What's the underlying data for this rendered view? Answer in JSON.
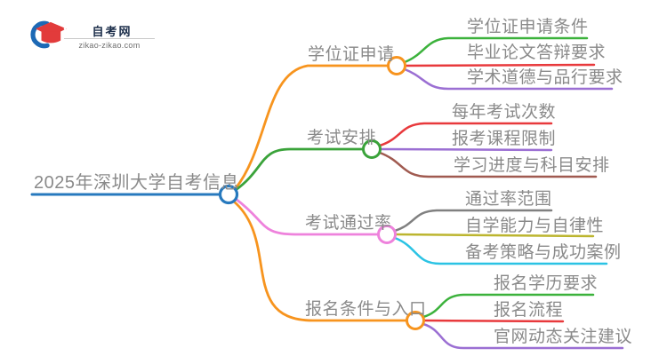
{
  "logo": {
    "site_name": "自考网",
    "site_url": "zikao-zikao.com",
    "icon": "graduation-cap-icon",
    "colors": {
      "cap": "#e23b3b",
      "swoosh": "#1d69b5",
      "title_text": "#1c2e4a",
      "url_text": "#6f6f6f"
    }
  },
  "mindmap": {
    "text_color": "#8a8a8a",
    "root": {
      "label": "2025年深圳大学自考信息",
      "color": "#2779be"
    },
    "branches": [
      {
        "label": "学位证申请",
        "color": "#f7941e",
        "children": [
          {
            "label": "学位证申请条件",
            "color": "#3cb23c"
          },
          {
            "label": "毕业论文答辩要求",
            "color": "#e8393c"
          },
          {
            "label": "学术道德与品行要求",
            "color": "#9b6fd3"
          }
        ]
      },
      {
        "label": "考试安排",
        "color": "#3aa33a",
        "children": [
          {
            "label": "每年考试次数",
            "color": "#e8393c"
          },
          {
            "label": "报考课程限制",
            "color": "#9b6fd3"
          },
          {
            "label": "学习进度与科目安排",
            "color": "#a05a50"
          }
        ]
      },
      {
        "label": "考试通过率",
        "color": "#ee82dc",
        "children": [
          {
            "label": "通过率范围",
            "color": "#808080"
          },
          {
            "label": "自学能力与自律性",
            "color": "#bcb52f"
          },
          {
            "label": "备考策略与成功案例",
            "color": "#2bc3e4"
          }
        ]
      },
      {
        "label": "报名条件与入口",
        "color": "#f7941e",
        "children": [
          {
            "label": "报名学历要求",
            "color": "#3cb23c"
          },
          {
            "label": "报名流程",
            "color": "#e8393c"
          },
          {
            "label": "官网动态关注建议",
            "color": "#9b6fd3"
          }
        ]
      }
    ]
  }
}
